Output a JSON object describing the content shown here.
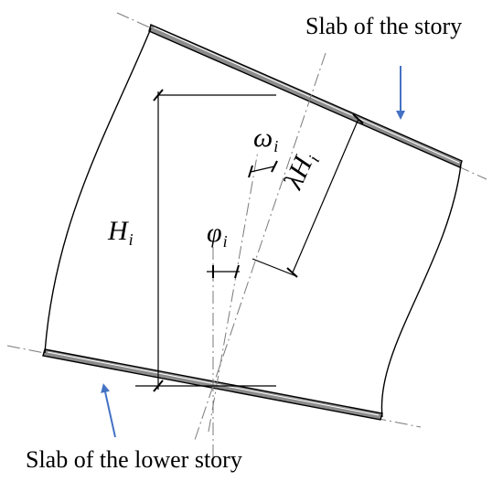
{
  "labels": {
    "upper_slab": "Slab of the story",
    "lower_slab": "Slab of the lower story"
  },
  "symbols": {
    "story_height": {
      "main": "H",
      "sub": "i"
    },
    "scaled_height": {
      "prefix": "λ",
      "main": "H",
      "sub": "i"
    },
    "upper_rotation": {
      "main": "ω",
      "sub": "i"
    },
    "lower_rotation": {
      "main": "φ",
      "sub": "i"
    }
  },
  "colors": {
    "line": "#000000",
    "slab_fill": "#8c8c8c",
    "centerline": "#7a7a7a",
    "arrow": "#4472c4"
  }
}
